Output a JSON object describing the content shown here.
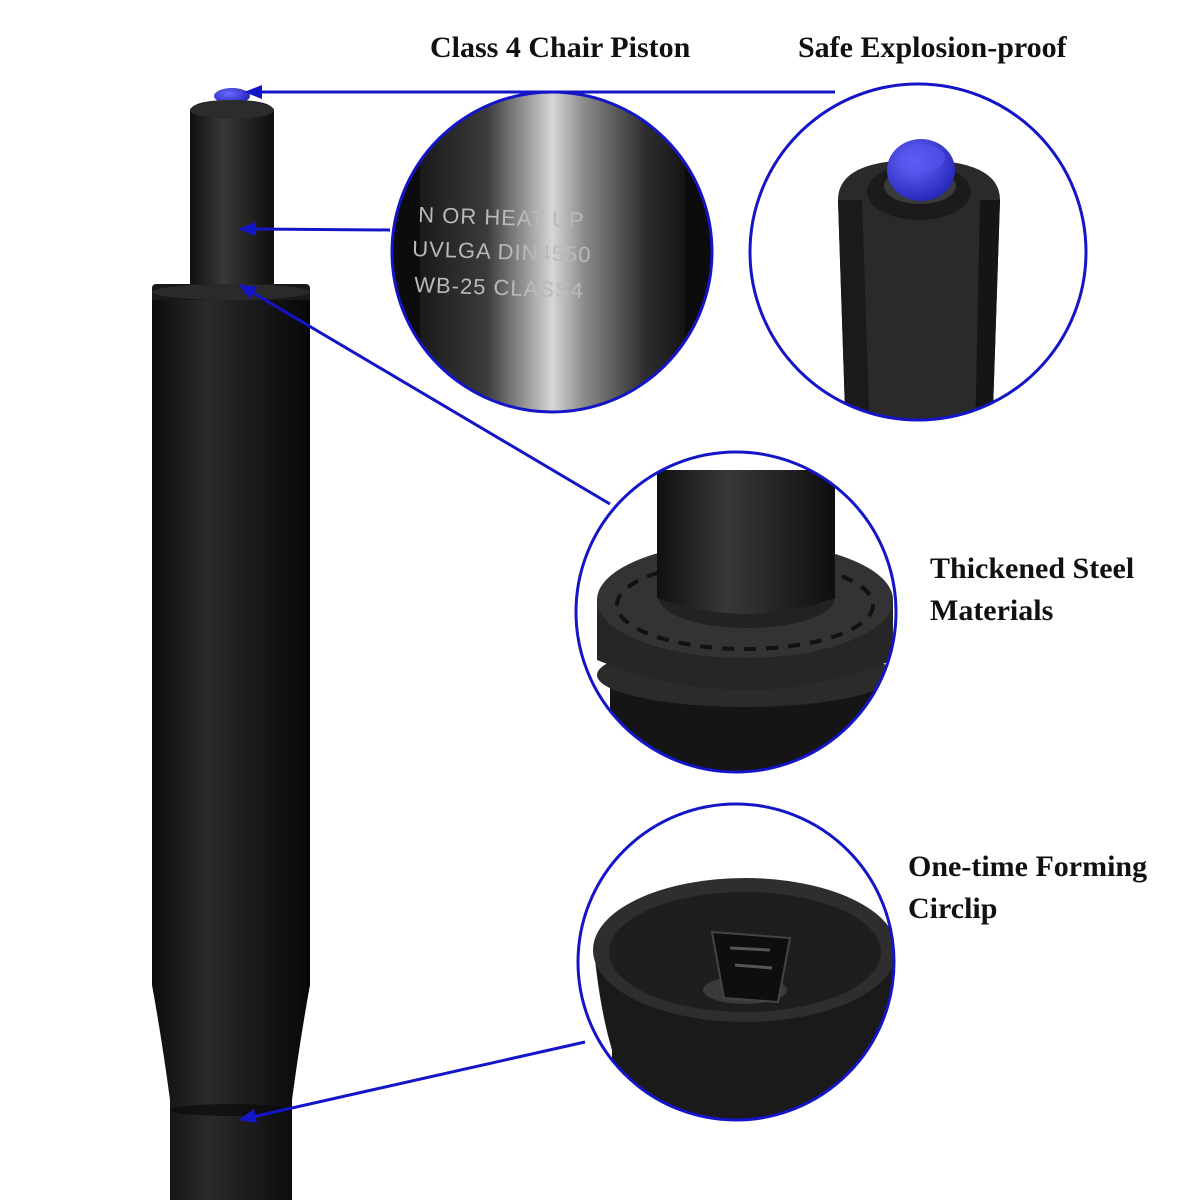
{
  "labels": {
    "class4": "Class 4 Chair Piston",
    "explosion": "Safe Explosion-proof",
    "thickened": [
      "Thickened Steel",
      "Materials"
    ],
    "circlip": [
      "One-time Forming",
      "Circlip"
    ]
  },
  "engraving": [
    "N OR HEAT UP",
    "UVLGA DIN4550",
    "WB-25  CLASS4"
  ],
  "colors": {
    "callout_line": "#1515c8",
    "piston_body": "#1e1e1e",
    "release_button": "#3a3ae0"
  }
}
